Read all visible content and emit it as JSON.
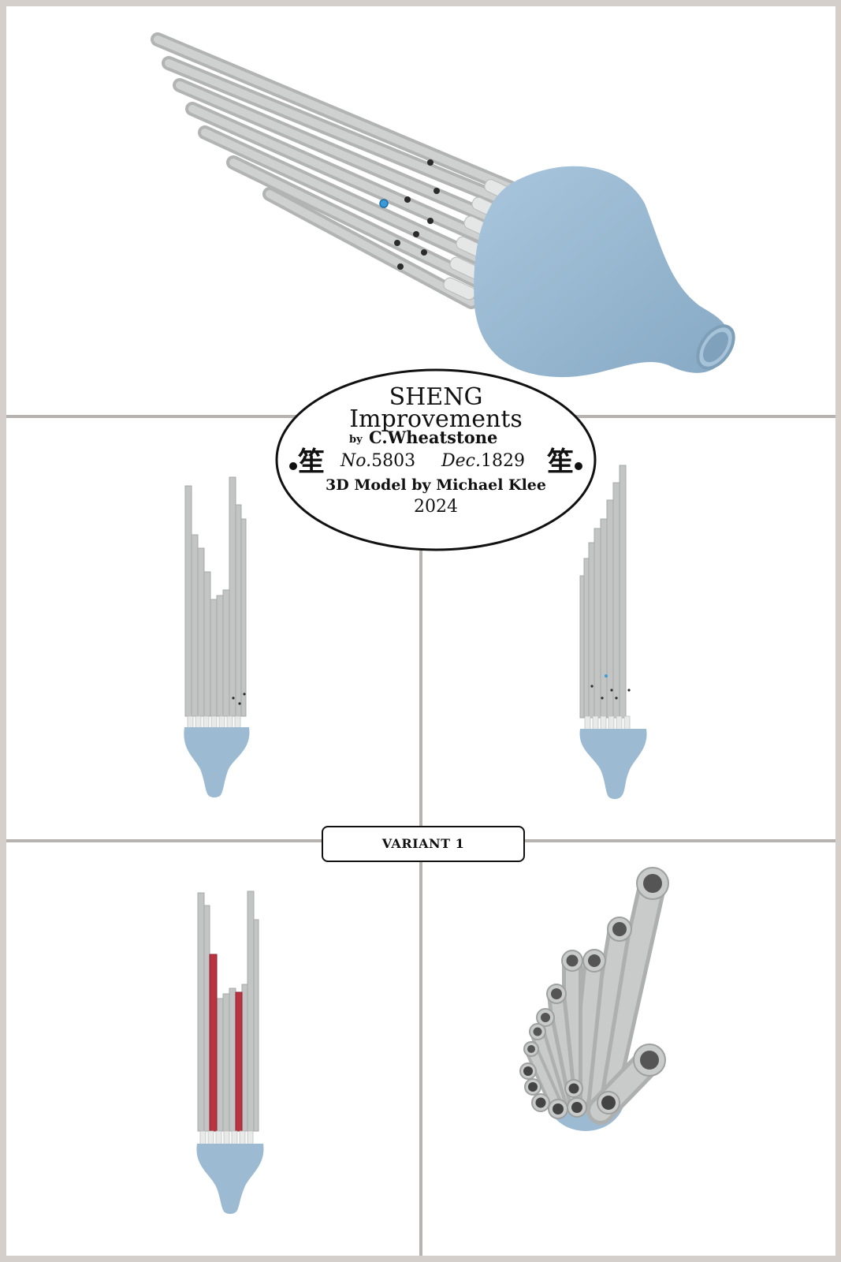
{
  "label": {
    "title": "SHENG",
    "subtitle": "Improvements",
    "by": "by",
    "author": "C.Wheatstone",
    "number_prefix": "No.",
    "number": "5803",
    "date_prefix": "Dec.",
    "date": "1829",
    "glyph": "笙",
    "model_credit": "3D Model by Michael Klee",
    "year": "2024"
  },
  "variant_label": "VARIANT 1",
  "colors": {
    "pipe": "#c3c5c4",
    "pipe_light": "#dfe1e0",
    "bowl": "#9cbbd3",
    "accent_red": "#b83440",
    "accent_blue": "#3a9ad8",
    "divider": "#b7b3b1"
  }
}
